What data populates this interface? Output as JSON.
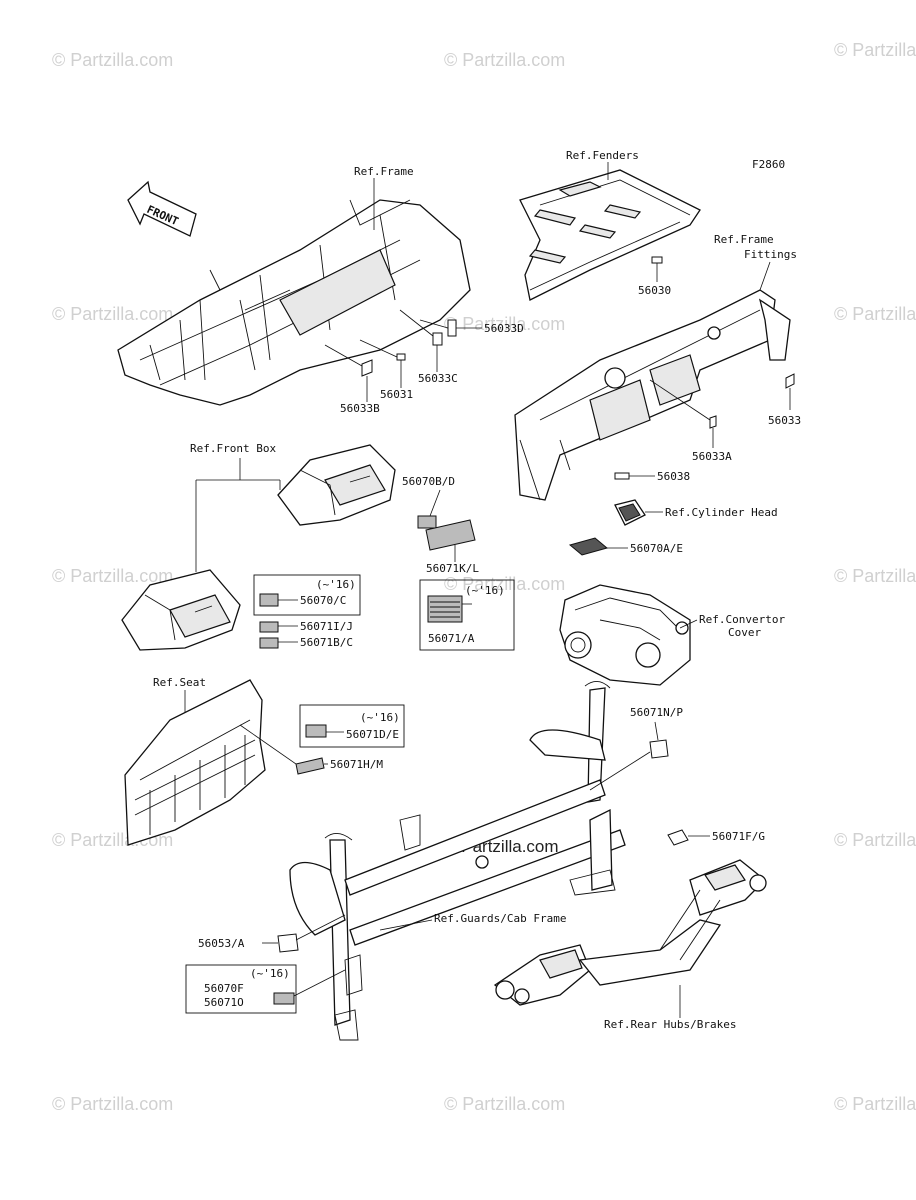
{
  "diagram_code": "F2860",
  "watermarks": {
    "text": "© Partzilla.com",
    "center_text": "© Partzilla.com"
  },
  "front_arrow": "FRONT",
  "references": {
    "frame": "Ref.Frame",
    "fenders": "Ref.Fenders",
    "frame_fittings_1": "Ref.Frame",
    "frame_fittings_2": "Fittings",
    "front_box": "Ref.Front Box",
    "cylinder_head": "Ref.Cylinder Head",
    "converter_cover_1": "Ref.Convertor",
    "converter_cover_2": "Cover",
    "seat": "Ref.Seat",
    "guards": "Ref.Guards/Cab Frame",
    "rear_hubs": "Ref.Rear Hubs/Brakes"
  },
  "parts": {
    "p56030": "56030",
    "p56033D": "56033D",
    "p56031": "56031",
    "p56033C": "56033C",
    "p56033B": "56033B",
    "p56033": "56033",
    "p56033A": "56033A",
    "p56038": "56038",
    "p56070BD": "56070B/D",
    "p56071KL": "56071K/L",
    "p56070AE": "56070A/E",
    "p56071A": "56071/A",
    "p56071A_date": "(~'16)",
    "p56070C_date": "(~'16)",
    "p56070C": "56070/C",
    "p56071IJ": "56071I/J",
    "p56071BC": "56071B/C",
    "p56071DE_date": "(~'16)",
    "p56071DE": "56071D/E",
    "p56071HM": "56071H/M",
    "p56071NP": "56071N/P",
    "p56071FG": "56071F/G",
    "p56053A": "56053/A",
    "p56070F_date": "(~'16)",
    "p56070F": "56070F",
    "p56071O": "56071O"
  }
}
